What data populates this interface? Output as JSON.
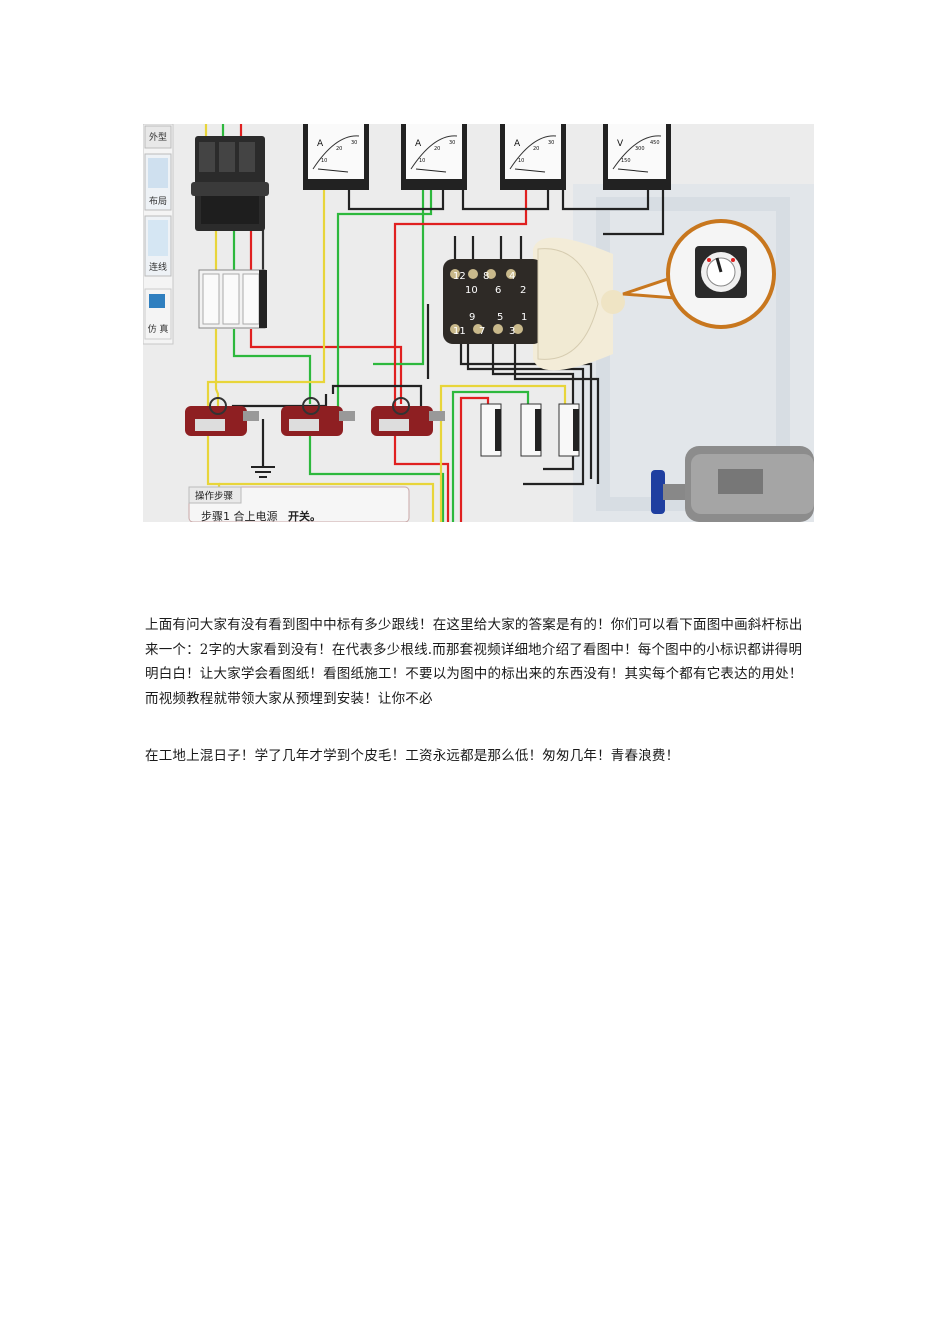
{
  "figure": {
    "sidebar": [
      "外型",
      "布局",
      "连线",
      "仿 真"
    ],
    "meters": [
      {
        "unit": "A",
        "ticks": [
          "10",
          "20",
          "30"
        ]
      },
      {
        "unit": "A",
        "ticks": [
          "10",
          "20",
          "30"
        ]
      },
      {
        "unit": "A",
        "ticks": [
          "10",
          "20",
          "30"
        ]
      },
      {
        "unit": "V",
        "ticks": [
          "150",
          "300",
          "450"
        ]
      }
    ],
    "switch_terminals": [
      "12",
      "8",
      "4",
      "10",
      "6",
      "2",
      "9",
      "5",
      "1",
      "11",
      "7",
      "3"
    ],
    "panel_title": "操作步骤",
    "panel_step_prefix": "步骤1  合上电源",
    "panel_step_bold": "开关。"
  },
  "paragraphs": [
    "上面有问大家有没有看到图中中标有多少跟线！在这里给大家的答案是有的！你们可以看下面图中画斜杆标出来一个：2字的大家看到没有！在代表多少根线.而那套视频详细地介绍了看图中！每个图中的小标识都讲得明明白白！让大家学会看图纸！看图纸施工！不要以为图中的标出来的东西没有！其实每个都有它表达的用处！而视频教程就带领大家从预埋到安装！让你不必",
    "在工地上混日子！学了几年才学到个皮毛！工资永远都是那么低！匆匆几年！青春浪费！"
  ]
}
